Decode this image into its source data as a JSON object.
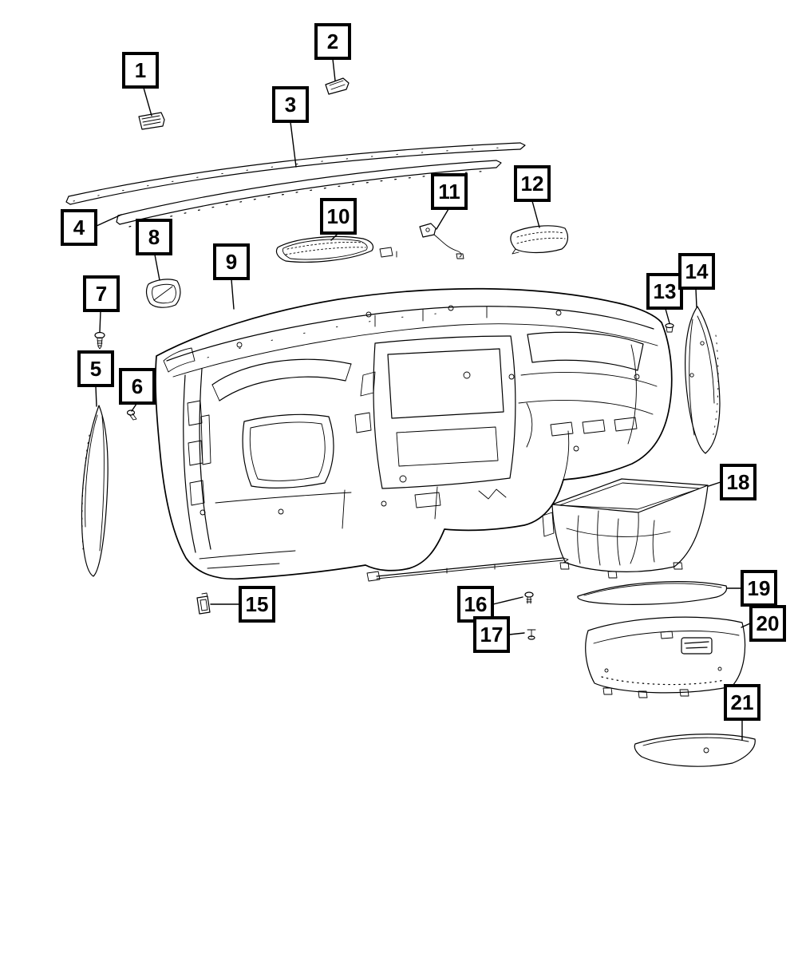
{
  "page": {
    "background_color": "#ffffff",
    "line_color": "#000000"
  },
  "diagram_kind": "exploded-parts-diagram",
  "callouts": [
    {
      "label": "1"
    },
    {
      "label": "2"
    },
    {
      "label": "3"
    },
    {
      "label": "4"
    },
    {
      "label": "5"
    },
    {
      "label": "6"
    },
    {
      "label": "7"
    },
    {
      "label": "8"
    },
    {
      "label": "9"
    },
    {
      "label": "10"
    },
    {
      "label": "11"
    },
    {
      "label": "12"
    },
    {
      "label": "13"
    },
    {
      "label": "14"
    },
    {
      "label": "15"
    },
    {
      "label": "16"
    },
    {
      "label": "17"
    },
    {
      "label": "18"
    },
    {
      "label": "19"
    },
    {
      "label": "20"
    },
    {
      "label": "21"
    }
  ]
}
